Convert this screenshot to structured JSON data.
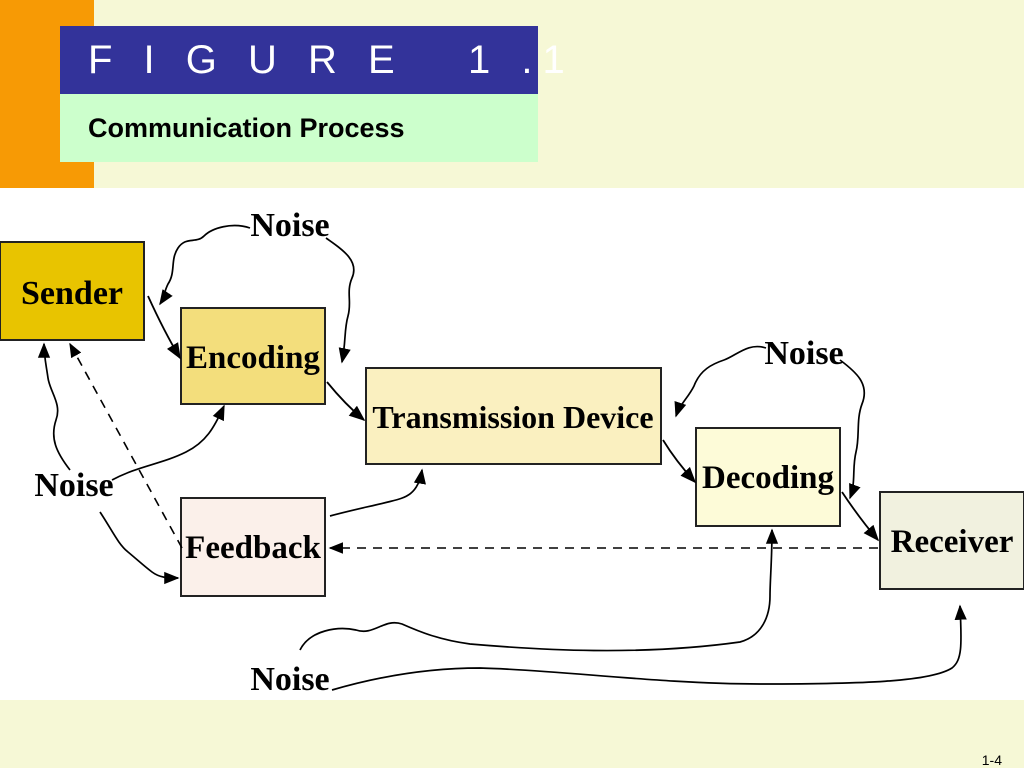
{
  "header": {
    "figure_label": "F I G U R E   1 .1",
    "subtitle": "Communication Process"
  },
  "diagram": {
    "nodes": {
      "sender": "Sender",
      "encoding": "Encoding",
      "transmission": "Transmission Device",
      "decoding": "Decoding",
      "receiver": "Receiver",
      "feedback": "Feedback"
    },
    "noise_labels": [
      "Noise",
      "Noise",
      "Noise",
      "Noise"
    ]
  },
  "footer": {
    "page_number": "1-4"
  },
  "colors": {
    "orange": "#f79a05",
    "title_blue": "#33339a",
    "subtitle_green": "#ccffcc",
    "background": "#f6f8d6",
    "sender_fill": "#e8c400",
    "encoding_fill": "#f3de7c",
    "transmission_fill": "#faf0c0",
    "decoding_fill": "#fdfbd8",
    "receiver_fill": "#f1f1df",
    "feedback_fill": "#fbf0ea"
  }
}
